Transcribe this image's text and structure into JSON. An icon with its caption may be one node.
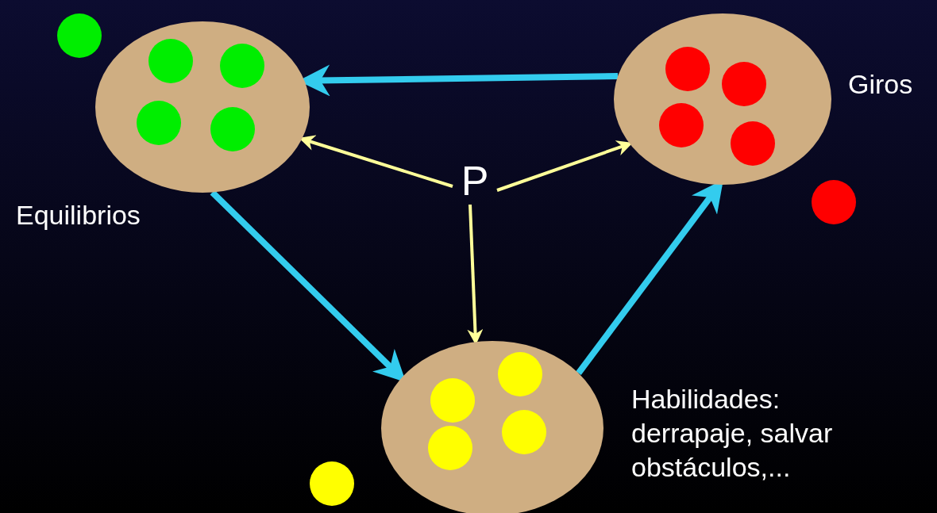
{
  "diagram": {
    "nodes": [
      {
        "text": [],
        "shape": "circle",
        "beside": [
          "Equilibrios"
        ]
      },
      {
        "text": [],
        "shape": "circle",
        "beside": [
          "Giros"
        ]
      },
      {
        "text": [],
        "shape": "circle",
        "beside": [
          "Habilidades: derrapaje, salvar obstáculos,..."
        ]
      },
      {
        "text": [
          "P"
        ]
      }
    ],
    "edges": [
      {
        "from": 1,
        "to": 0,
        "arrow": "to",
        "style": "thick"
      },
      {
        "from": 0,
        "to": 2,
        "arrow": "to",
        "style": "thick"
      },
      {
        "from": 2,
        "to": 1,
        "arrow": "to",
        "style": "thick"
      },
      {
        "from": 3,
        "to": 0,
        "arrow": "to",
        "color": "#ffff99"
      },
      {
        "from": 3,
        "to": 1,
        "arrow": "to",
        "color": "#ffff99"
      },
      {
        "from": 3,
        "to": 2,
        "arrow": "to",
        "color": "#ffff99"
      }
    ]
  }
}
